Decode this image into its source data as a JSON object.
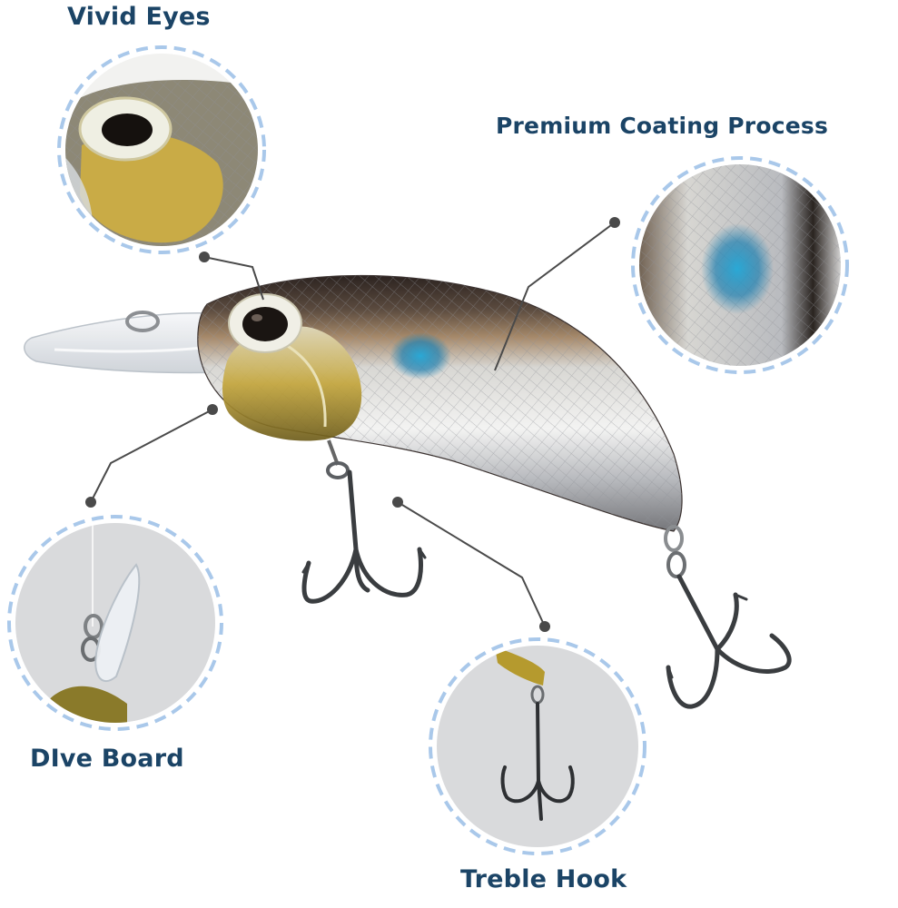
{
  "callouts": {
    "vivid_eyes": "Vivid Eyes",
    "coating": "Premium Coating Process",
    "dive_board": "DIve Board",
    "treble_hook": "Treble Hook"
  },
  "colors": {
    "label_text": "#1b4466",
    "circle_dash": "#a9c8ea",
    "leader_line": "#4a4a4a",
    "background": "#ffffff"
  }
}
